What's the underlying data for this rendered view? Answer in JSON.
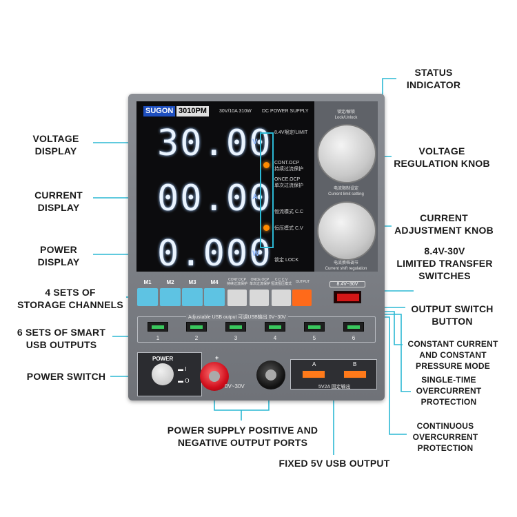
{
  "callouts": {
    "status_indicator": "STATUS\nINDICATOR",
    "voltage_display": "VOLTAGE\nDISPLAY",
    "current_display": "CURRENT\nDISPLAY",
    "power_display": "POWER\nDISPLAY",
    "storage_channels": "4 SETS OF\nSTORAGE CHANNELS",
    "usb_outputs": "6 SETS OF SMART\nUSB OUTPUTS",
    "power_switch": "POWER SWITCH",
    "voltage_knob": "VOLTAGE\nREGULATION KNOB",
    "current_knob": "CURRENT\nADJUSTMENT KNOB",
    "limited_transfer": "8.4V-30V\nLIMITED TRANSFER\nSWITCHES",
    "output_switch": "OUTPUT SWITCH\nBUTTON",
    "cc_cv_mode": "CONSTANT CURRENT\nAND CONSTANT\nPRESSURE MODE",
    "single_time_ocp": "SINGLE-TIME\nOVERCURRENT\nPROTECTION",
    "continuous_ocp": "CONTINUOUS\nOVERCURRENT\nPROTECTION",
    "output_ports": "POWER SUPPLY POSITIVE AND\nNEGATIVE OUTPUT PORTS",
    "fixed_usb": "FIXED 5V USB OUTPUT"
  },
  "device": {
    "brand": "SUGON",
    "model": "3010PM",
    "spec": "30V/10A 310W",
    "supply": "DC POWER SUPPLY",
    "voltage_reading": "30.00",
    "current_reading": "00.00",
    "power_reading": "0.000",
    "unit_v": "V",
    "unit_a": "A",
    "unit_w": "W",
    "limit_label": "8.4V限定/LIMIT",
    "cont_ocp": "CONT.OCP\n持续过流保护",
    "once_ocp": "ONCE.OCP\n单次过流保护",
    "cc_label": "恒流模式 C.C",
    "cv_label": "恒压模式 C.V",
    "lock_label": "锁定  LOCK",
    "lock_unlock": "锁定/解锁\nLock/Unlock",
    "current_limit_label": "电流限制设定\nCurrent limit setting",
    "current_shift_label": "电流换档调节\nCurrent shift regulation",
    "memory_buttons": [
      "M1",
      "M2",
      "M3",
      "M4"
    ],
    "mode_labels": [
      "CONT.OCP\n持续过流保护",
      "ONCE.OCP\n单次过流保护",
      "C.C  C.V\n恒流恒压模式"
    ],
    "output_label": "OUTPUT",
    "switch_label": "8.4V~30V",
    "usb_strip_label": "Adjustable USB output 可调USB输出 0V~30V",
    "usb_numbers": [
      "1",
      "2",
      "3",
      "4",
      "5",
      "6"
    ],
    "power_label": "POWER",
    "power_on": "▬ I",
    "power_off": "▬ O",
    "terminal_text": "0V~30V",
    "plus": "+",
    "fixed_usb_a": "A",
    "fixed_usb_b": "B",
    "fixed_usb_text": "5V2A 固定输出"
  },
  "colors": {
    "leader": "#2bb8d4",
    "memory_button": "#5ec3e3",
    "output_button": "#ff6a1a",
    "led": "#ff8a00"
  }
}
